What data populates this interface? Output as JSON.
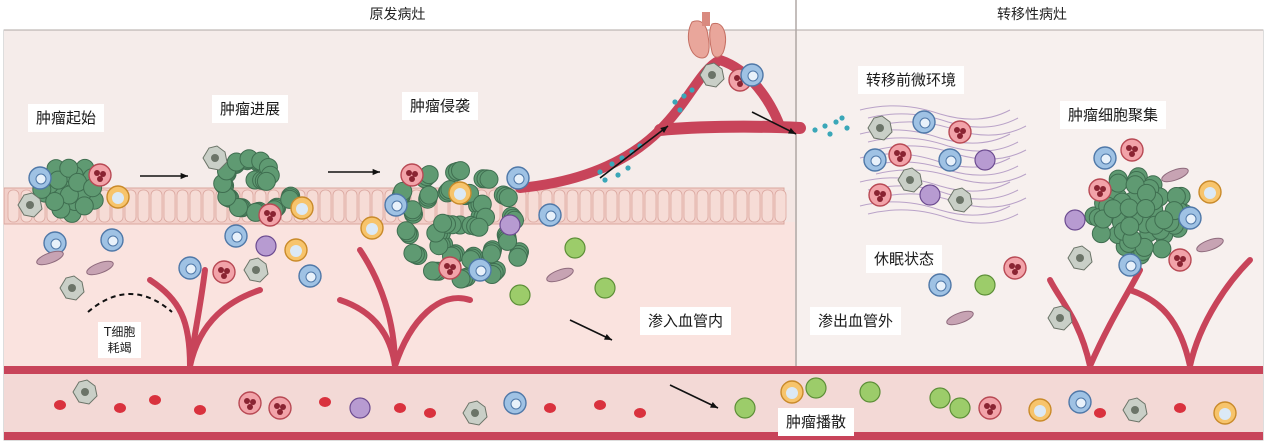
{
  "headers": {
    "primary": "原发病灶",
    "metastatic": "转移性病灶"
  },
  "labels": {
    "initiation": "肿瘤起始",
    "progression": "肿瘤进展",
    "invasion": "肿瘤侵袭",
    "tcell_line1": "T细胞",
    "tcell_line2": "耗竭",
    "intravasation": "渗入血管内",
    "pre_metastatic": "转移前微环境",
    "dormancy": "休眠状态",
    "extravasation": "渗出血管外",
    "colonization": "肿瘤细胞聚集",
    "dissemination": "肿瘤播散"
  },
  "colors": {
    "tumor": "#5f9a72",
    "epithelium": "#f2cfc9",
    "stroma": "#fae3df",
    "vessel": "#c8445a",
    "red_cell": "#d9323e",
    "t_cell": "#9fc2e4",
    "fibroblast": "#c7a3b3",
    "migrating_cell": "#9ccc6a"
  },
  "icons": {
    "lung": "lung-icon",
    "arrow": "arrow-right-icon"
  }
}
